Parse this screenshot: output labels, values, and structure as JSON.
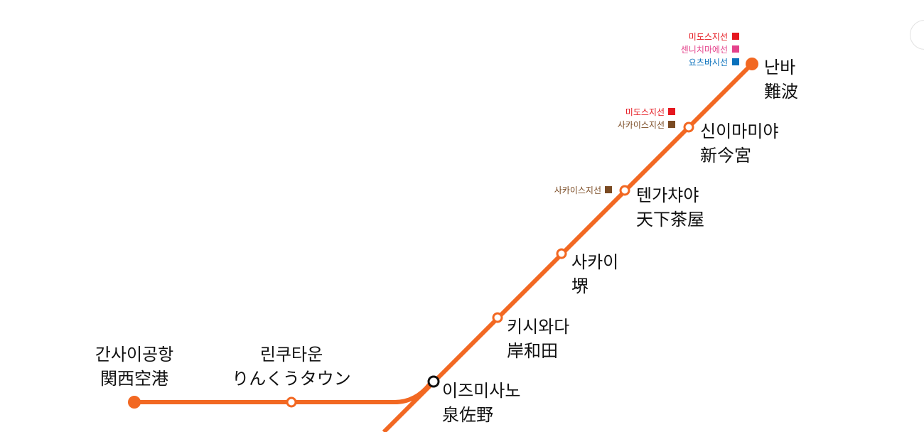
{
  "colors": {
    "line": "#F26822",
    "midosuji": "#E5171F",
    "sennichimae": "#E4428B",
    "yotsubashi": "#0A71BC",
    "sakaisuji": "#7A4A22"
  },
  "stations": {
    "namba": {
      "ko": "난바",
      "ja": "難波"
    },
    "shin_imamiya": {
      "ko": "신이마미야",
      "ja": "新今宮"
    },
    "tengachaya": {
      "ko": "텐가챠야",
      "ja": "天下茶屋"
    },
    "sakai": {
      "ko": "사카이",
      "ja": "堺"
    },
    "kishiwada": {
      "ko": "키시와다",
      "ja": "岸和田"
    },
    "izumisano": {
      "ko": "이즈미사노",
      "ja": "泉佐野"
    },
    "rinku_town": {
      "ko": "린쿠타운",
      "ja": "りんくうタウン"
    },
    "kansai_airport": {
      "ko": "간사이공항",
      "ja": "関西空港"
    }
  },
  "transfers": {
    "namba": [
      {
        "label": "미도스지선",
        "line": "midosuji"
      },
      {
        "label": "센니치마에선",
        "line": "sennichimae"
      },
      {
        "label": "요츠바시선",
        "line": "yotsubashi"
      }
    ],
    "shin_imamiya": [
      {
        "label": "미도스지선",
        "line": "midosuji"
      },
      {
        "label": "사카이스지선",
        "line": "sakaisuji"
      }
    ],
    "tengachaya": [
      {
        "label": "사카이스지선",
        "line": "sakaisuji"
      }
    ]
  }
}
